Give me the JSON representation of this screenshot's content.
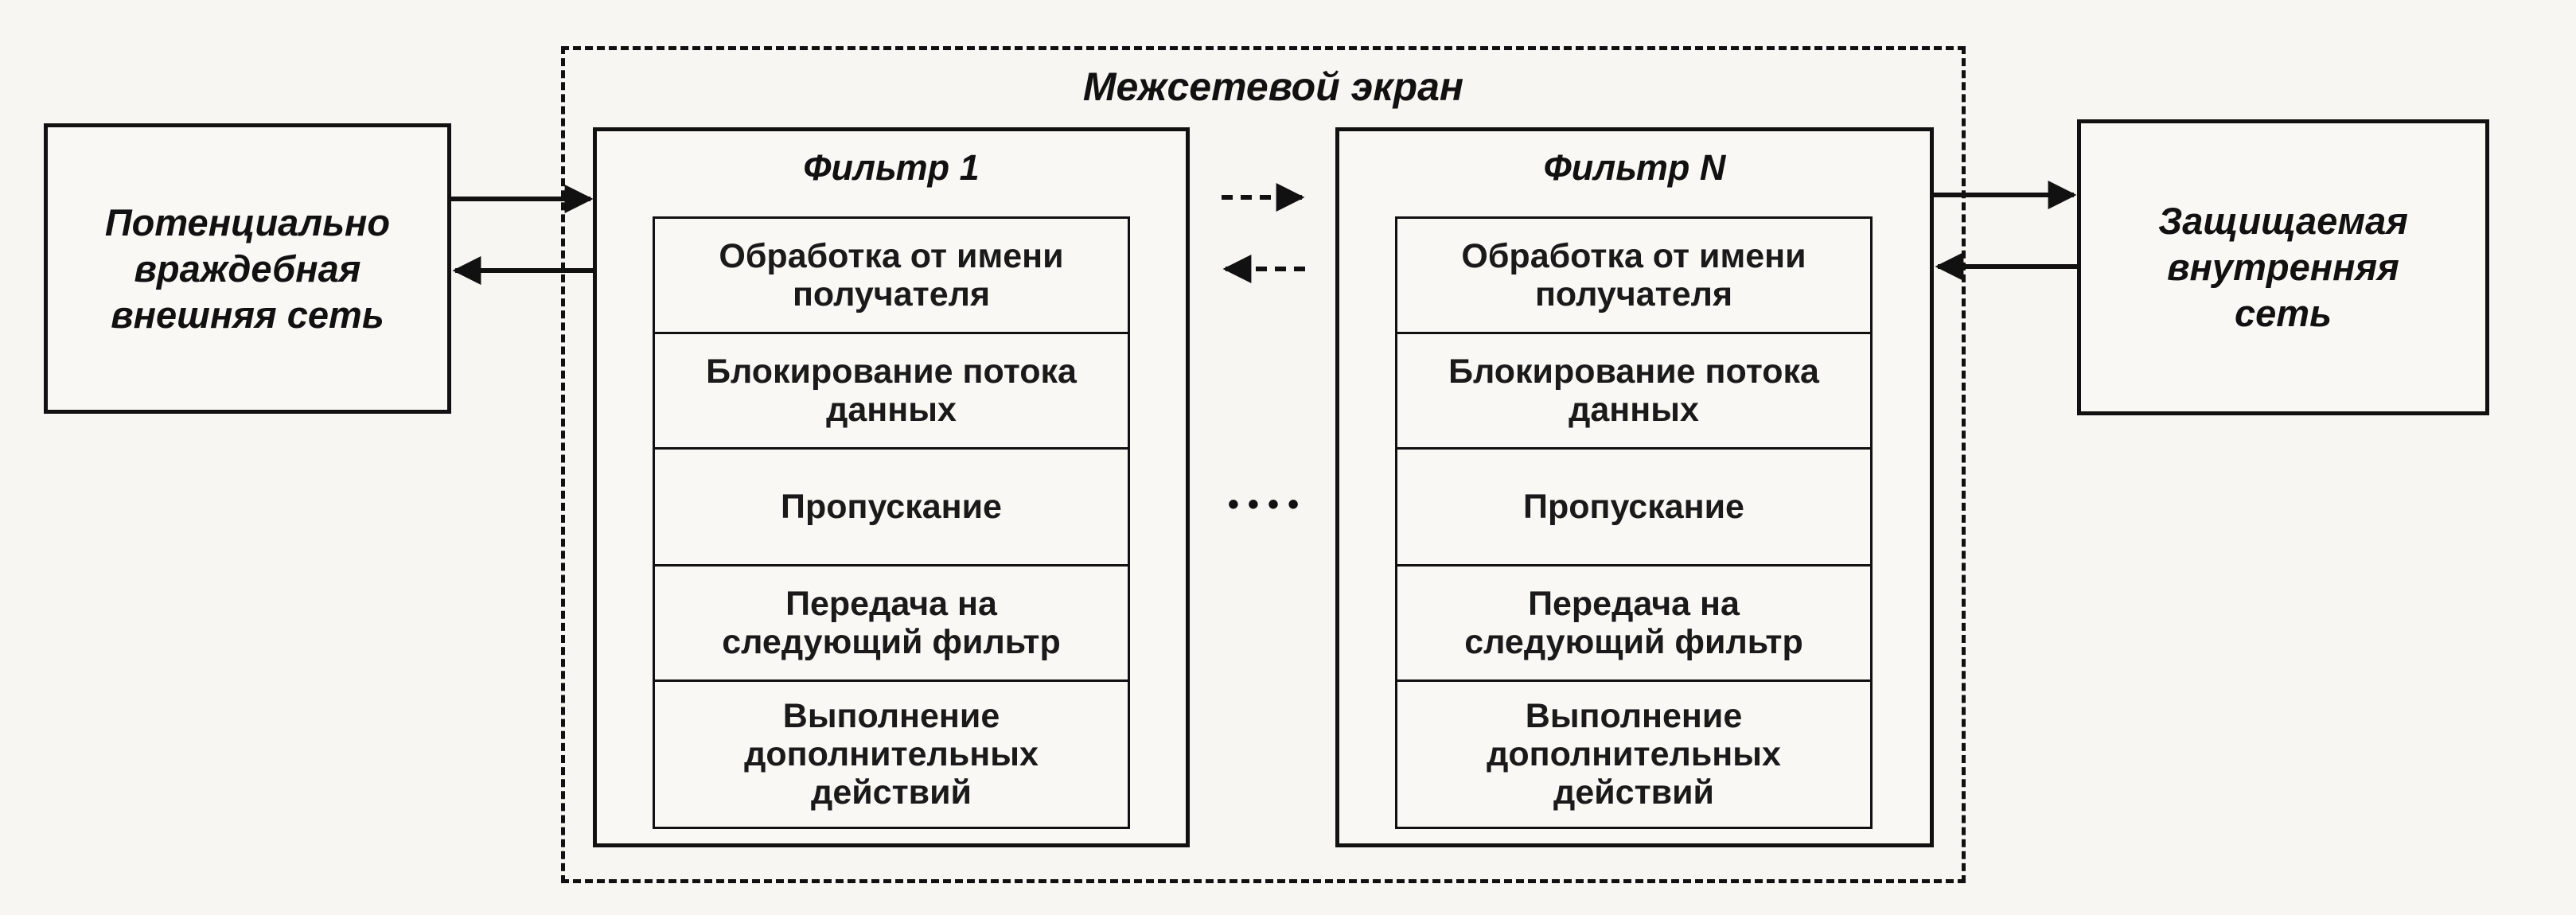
{
  "external_network": {
    "lines": [
      "Потенциально",
      "враждебная",
      "внешняя сеть"
    ]
  },
  "internal_network": {
    "lines": [
      "Защищаемая",
      "внутренняя",
      "сеть"
    ]
  },
  "firewall": {
    "title": "Межсетевой экран"
  },
  "filters": [
    {
      "title": "Фильтр 1",
      "operations": [
        [
          "Обработка от имени",
          "получателя"
        ],
        [
          "Блокирование потока",
          "данных"
        ],
        [
          "Пропускание"
        ],
        [
          "Передача на",
          "следующий фильтр"
        ],
        [
          "Выполнение",
          "дополнительных",
          "действий"
        ]
      ]
    },
    {
      "title": "Фильтр N",
      "operations": [
        [
          "Обработка от имени",
          "получателя"
        ],
        [
          "Блокирование потока",
          "данных"
        ],
        [
          "Пропускание"
        ],
        [
          "Передача на",
          "следующий фильтр"
        ],
        [
          "Выполнение",
          "дополнительных",
          "действий"
        ]
      ]
    }
  ],
  "ellipsis": "• • • •"
}
